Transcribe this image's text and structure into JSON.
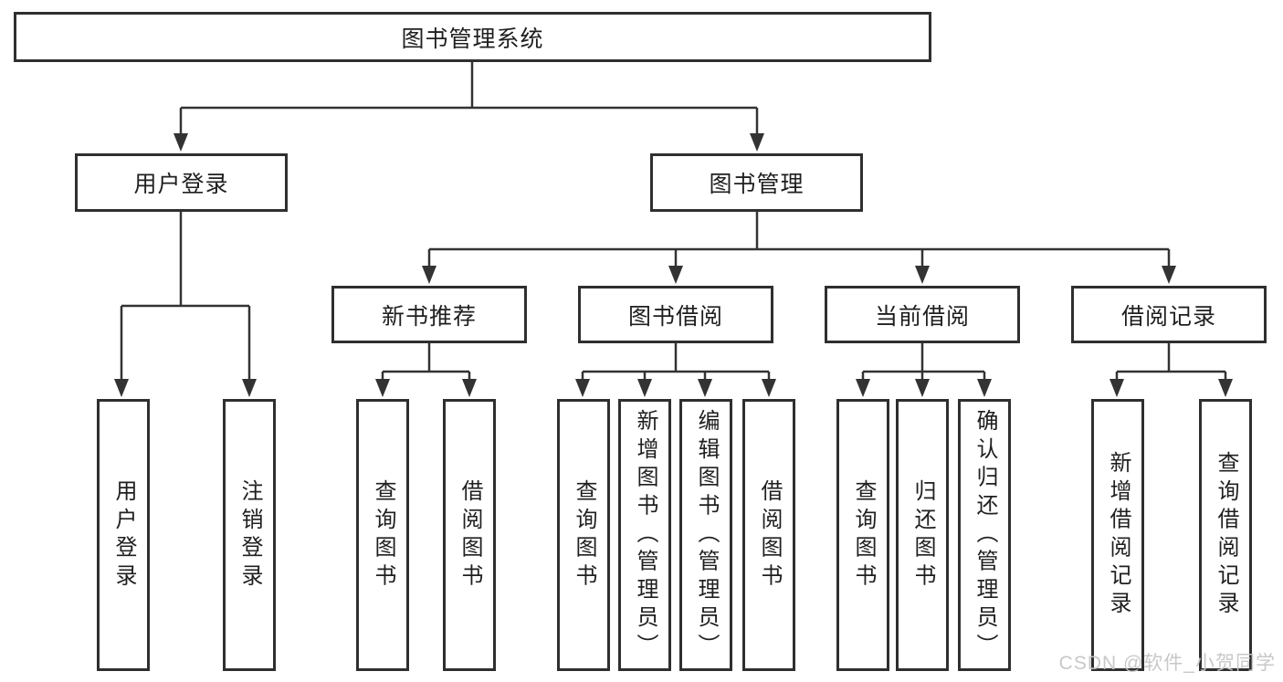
{
  "tree": {
    "label": "图书管理系统",
    "children": [
      {
        "label": "用户登录",
        "children": [
          {
            "label": "用户登录"
          },
          {
            "label": "注销登录"
          }
        ]
      },
      {
        "label": "图书管理",
        "children": [
          {
            "label": "新书推荐",
            "children": [
              {
                "label": "查询图书"
              },
              {
                "label": "借阅图书"
              }
            ]
          },
          {
            "label": "图书借阅",
            "children": [
              {
                "label": "查询图书"
              },
              {
                "label": "新增图书（管理员）"
              },
              {
                "label": "编辑图书（管理员）"
              },
              {
                "label": "借阅图书"
              }
            ]
          },
          {
            "label": "当前借阅",
            "children": [
              {
                "label": "查询图书"
              },
              {
                "label": "归还图书"
              },
              {
                "label": "确认归还（管理员）"
              }
            ]
          },
          {
            "label": "借阅记录",
            "children": [
              {
                "label": "新增借阅记录"
              },
              {
                "label": "查询借阅记录"
              }
            ]
          }
        ]
      }
    ]
  },
  "watermark": "CSDN @软件_小贺同学",
  "colors": {
    "line": "#333333",
    "box_border": "#2f2f2f",
    "text": "#1f1f1f",
    "watermark": "#c6c6c6"
  }
}
